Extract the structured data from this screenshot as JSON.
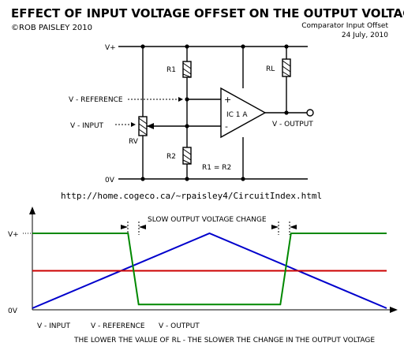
{
  "header": {
    "title": "EFFECT OF INPUT VOLTAGE OFFSET ON THE OUTPUT VOLTAGE",
    "author": "©ROB PAISLEY 2010",
    "subject": "Comparator Input Offset",
    "date": "24 July, 2010"
  },
  "schematic": {
    "vplus": "V+",
    "zero_v": "0V",
    "r1": "R1",
    "r2": "R2",
    "rl": "RL",
    "rv": "RV",
    "ic": "IC 1 A",
    "plus_sign": "+",
    "minus_sign": "-",
    "v_reference": "V - REFERENCE",
    "v_input": "V - INPUT",
    "v_output": "V - OUTPUT",
    "equation": "R1 = R2"
  },
  "url": "http://home.cogeco.ca/~rpaisley4/CircuitIndex.html",
  "waveform": {
    "change_label": "SLOW OUTPUT VOLTAGE CHANGE",
    "y_top_label": "V+",
    "y_bottom_label": "0V",
    "legend": [
      {
        "label": "V - INPUT",
        "color": "#0000cc"
      },
      {
        "label": "V - REFERENCE",
        "color": "#cc0000"
      },
      {
        "label": "V - OUTPUT",
        "color": "#008800"
      }
    ],
    "caption": "THE LOWER THE VALUE OF RL - THE SLOWER THE CHANGE IN THE OUTPUT VOLTAGE"
  },
  "chart_data": {
    "type": "line",
    "x": [
      0,
      0.3,
      0.32,
      0.45,
      0.58,
      0.82,
      0.84,
      1.0
    ],
    "ylim": [
      0,
      1
    ],
    "ylabels": [
      "0V",
      "V+"
    ],
    "series": [
      {
        "name": "V - INPUT",
        "color": "#0000cc",
        "x": [
          0,
          0.5,
          1.0
        ],
        "y": [
          0,
          1,
          0
        ]
      },
      {
        "name": "V - REFERENCE",
        "color": "#cc0000",
        "x": [
          0,
          1.0
        ],
        "y": [
          0.5,
          0.5
        ]
      },
      {
        "name": "V - OUTPUT",
        "color": "#008800",
        "x": [
          0,
          0.27,
          0.3,
          0.7,
          0.73,
          1.0
        ],
        "y": [
          1,
          1,
          0.05,
          0.05,
          1,
          1
        ]
      }
    ]
  }
}
